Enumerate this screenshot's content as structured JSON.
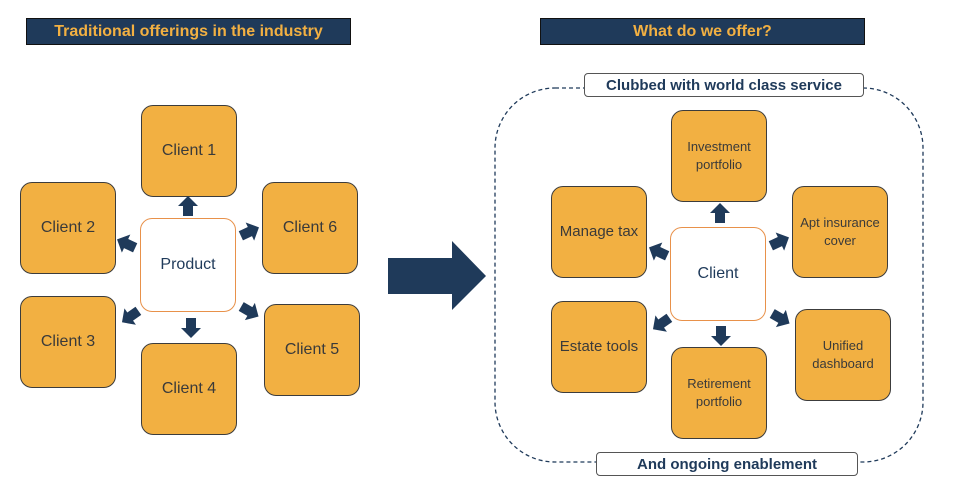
{
  "left": {
    "banner": "Traditional offerings in the industry",
    "center": "Product",
    "clients": [
      "Client 1",
      "Client 2",
      "Client 3",
      "Client 4",
      "Client 5",
      "Client 6"
    ]
  },
  "right": {
    "banner": "What do we offer?",
    "top_label": "Clubbed with world class service",
    "bottom_label": "And ongoing enablement",
    "center": "Client",
    "services": {
      "investment": "Investment portfolio",
      "insurance": "Apt insurance cover",
      "tax": "Manage tax",
      "estate": "Estate tools",
      "retirement": "Retirement portfolio",
      "dashboard": "Unified dashboard"
    }
  },
  "colors": {
    "navy": "#1f3a5a",
    "orange": "#f2b042",
    "center_border": "#e8914a"
  }
}
